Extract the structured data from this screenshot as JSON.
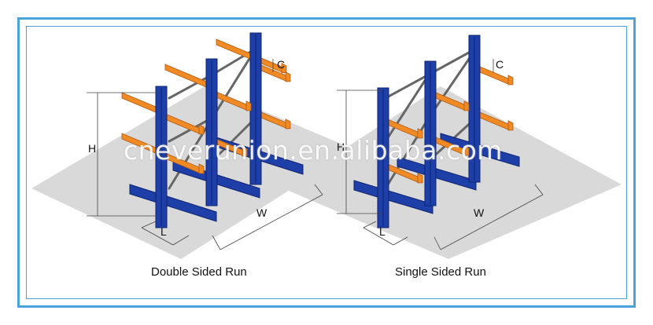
{
  "diagrams": [
    {
      "caption": "Double Sided Run",
      "dimension_labels": {
        "height": "H",
        "length": "L",
        "width": "W",
        "clearance": "C"
      }
    },
    {
      "caption": "Single Sided Run",
      "dimension_labels": {
        "height": "H",
        "length": "L",
        "width": "W",
        "clearance": "C"
      }
    }
  ],
  "watermark": "cneverunion.en.alibaba.com",
  "colors": {
    "frame_border": "#4aa3df",
    "floor": "#d9d9d9",
    "column": "#1f3fa8",
    "arm": "#f08a24",
    "brace": "#666666"
  }
}
